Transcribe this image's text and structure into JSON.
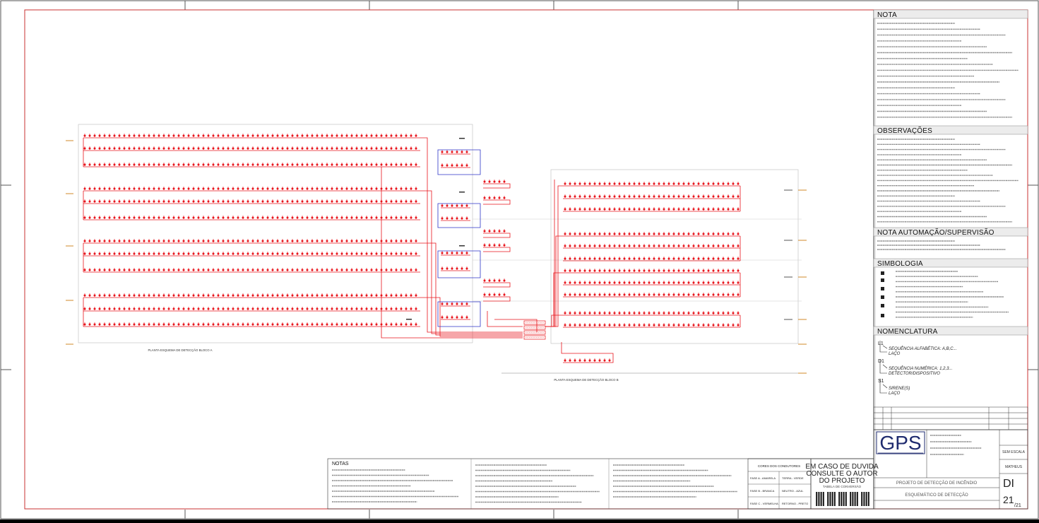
{
  "panels": {
    "nota": {
      "title": "NOTA"
    },
    "observacoes": {
      "title": "OBSERVAÇÕES"
    },
    "automacao": {
      "title": "NOTA AUTOMAÇÃO/SUPERVISÃO"
    },
    "simbologia": {
      "title": "SIMBOLOGIA"
    },
    "nomenclatura": {
      "title": "NOMENCLATURA",
      "items": [
        {
          "code": "L1",
          "lines": [
            "SEQUÊNCIA ALFABÉTICA: A,B,C...",
            "LAÇO"
          ]
        },
        {
          "code": "D1",
          "lines": [
            "SEQUÊNCIA NUMÉRICA: 1,2,3...",
            "DETECTOR/DISPOSITIVO"
          ]
        },
        {
          "code": "S1",
          "lines": [
            "SIRENE(S)",
            "LAÇO"
          ]
        }
      ]
    }
  },
  "drawing": {
    "label_a": "PLANTA ESQUEMA DE DETECÇÃO BLOCO A",
    "label_b": "PLANTA ESQUEMA DE DETECÇÃO BLOCO B"
  },
  "bottom_notes": {
    "title": "NOTAS",
    "conversion_table": {
      "header": "CORES DOS CONDUTORES",
      "rows": [
        [
          "FASE A - AMARELA",
          "TERRA - VERDE"
        ],
        [
          "FASE B - BRANCA",
          "NEUTRO - AZUL"
        ],
        [
          "FASE C - VERMELHA",
          "RETORNO - PRETO"
        ]
      ]
    }
  },
  "doubt": {
    "lines": [
      "EM CASO DE DUVIDA",
      "CONSULTE O AUTOR",
      "DO PROJETO"
    ],
    "caption": "TABELA DE CONVERSÃO"
  },
  "title_block": {
    "logo": "GPS",
    "scale": "SEM ESCALA",
    "author": "MATHEUS",
    "project": "PROJETO DE DETECÇÃO DE INCÊNDIO",
    "drawing_title": "ESQUEMÁTICO DE DETECÇÃO",
    "discipline": "DI",
    "sheet": "21",
    "sheet_total": "/21"
  },
  "colors": {
    "loop_red": "#e8141b",
    "loop_blue": "#2c34c8",
    "frame": "#d62b2b"
  }
}
